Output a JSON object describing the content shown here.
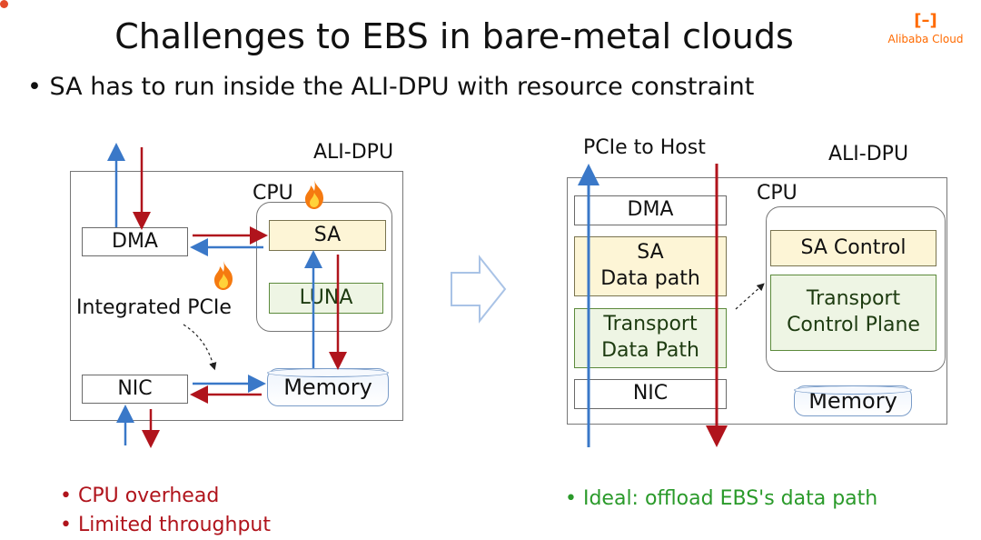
{
  "title": "Challenges to EBS in bare-metal clouds",
  "bullet": "• SA has to run inside the ALI-DPU with resource constraint",
  "logo": {
    "mark": "[–]",
    "text": "Alibaba Cloud"
  },
  "left": {
    "dpu_label": "ALI-DPU",
    "cpu_label": "CPU",
    "sa": "SA",
    "luna": "LUNA",
    "dma": "DMA",
    "nic": "NIC",
    "pcie": "Integrated PCIe",
    "memory": "Memory",
    "cpu_icon": "flame-icon",
    "pcie_icon": "flame-icon"
  },
  "right": {
    "pcie_host": "PCIe to Host",
    "dpu_label": "ALI-DPU",
    "cpu_label": "CPU",
    "dma": "DMA",
    "sa_data_line1": "SA",
    "sa_data_line2": "Data path",
    "transport_data_line1": "Transport",
    "transport_data_line2": "Data Path",
    "nic": "NIC",
    "sa_control": "SA Control",
    "transport_ctrl_line1": "Transport",
    "transport_ctrl_line2": "Control Plane",
    "memory": "Memory"
  },
  "problems": [
    "• CPU overhead",
    "• Limited throughput"
  ],
  "ideal": "• Ideal: offload EBS's data path",
  "colors": {
    "red": "#b0141c",
    "blue": "#3a78c8",
    "green": "#2a9a2a",
    "brand": "#ff6a00"
  }
}
